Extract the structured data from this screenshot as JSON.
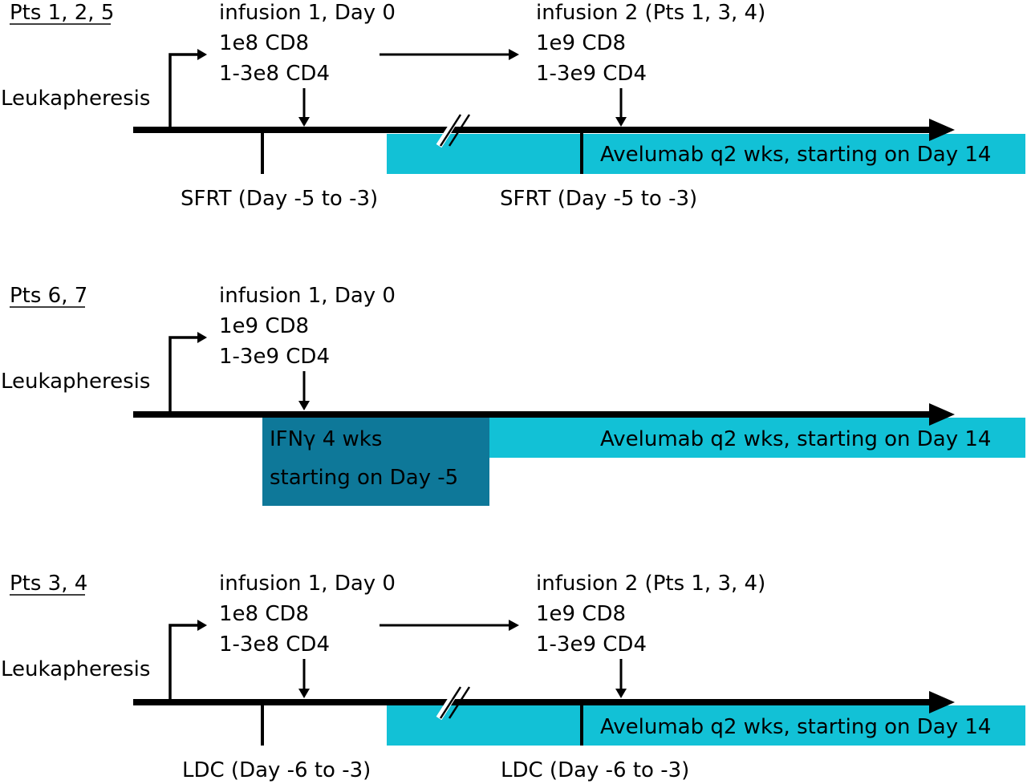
{
  "colors": {
    "avelumab": "#12C1D6",
    "ifng": "#0E7899",
    "line": "#000000",
    "background": "#FFFFFF"
  },
  "panels": [
    {
      "group": "Pts 1, 2, 5",
      "leukapheresis": "Leukapheresis",
      "infusion1": [
        "infusion 1, Day 0",
        "1e8 CD8",
        "1-3e8 CD4"
      ],
      "infusion2": [
        "infusion 2 (Pts 1, 3, 4)",
        "1e9 CD8",
        "1-3e9 CD4"
      ],
      "conditioning1": "SFRT (Day -5 to -3)",
      "conditioning2": "SFRT (Day -5 to -3)",
      "avelumab": "Avelumab q2 wks, starting on Day 14",
      "axis_break_icon": "double-slash-axis-break"
    },
    {
      "group": "Pts 6, 7",
      "leukapheresis": "Leukapheresis",
      "infusion1": [
        "infusion 1, Day 0",
        "1e9 CD8",
        "1-3e9 CD4"
      ],
      "ifng": [
        "IFNγ 4 wks",
        "starting on Day -5"
      ],
      "avelumab": "Avelumab q2 wks, starting on Day 14"
    },
    {
      "group": "Pts 3, 4",
      "leukapheresis": "Leukapheresis",
      "infusion1": [
        "infusion 1, Day 0",
        "1e8 CD8",
        "1-3e8 CD4"
      ],
      "infusion2": [
        "infusion 2 (Pts 1, 3, 4)",
        "1e9 CD8",
        "1-3e9 CD4"
      ],
      "conditioning1": "LDC (Day -6 to -3)",
      "conditioning2": "LDC (Day -6 to -3)",
      "avelumab": "Avelumab q2 wks, starting on Day 14",
      "axis_break_icon": "double-slash-axis-break"
    }
  ]
}
